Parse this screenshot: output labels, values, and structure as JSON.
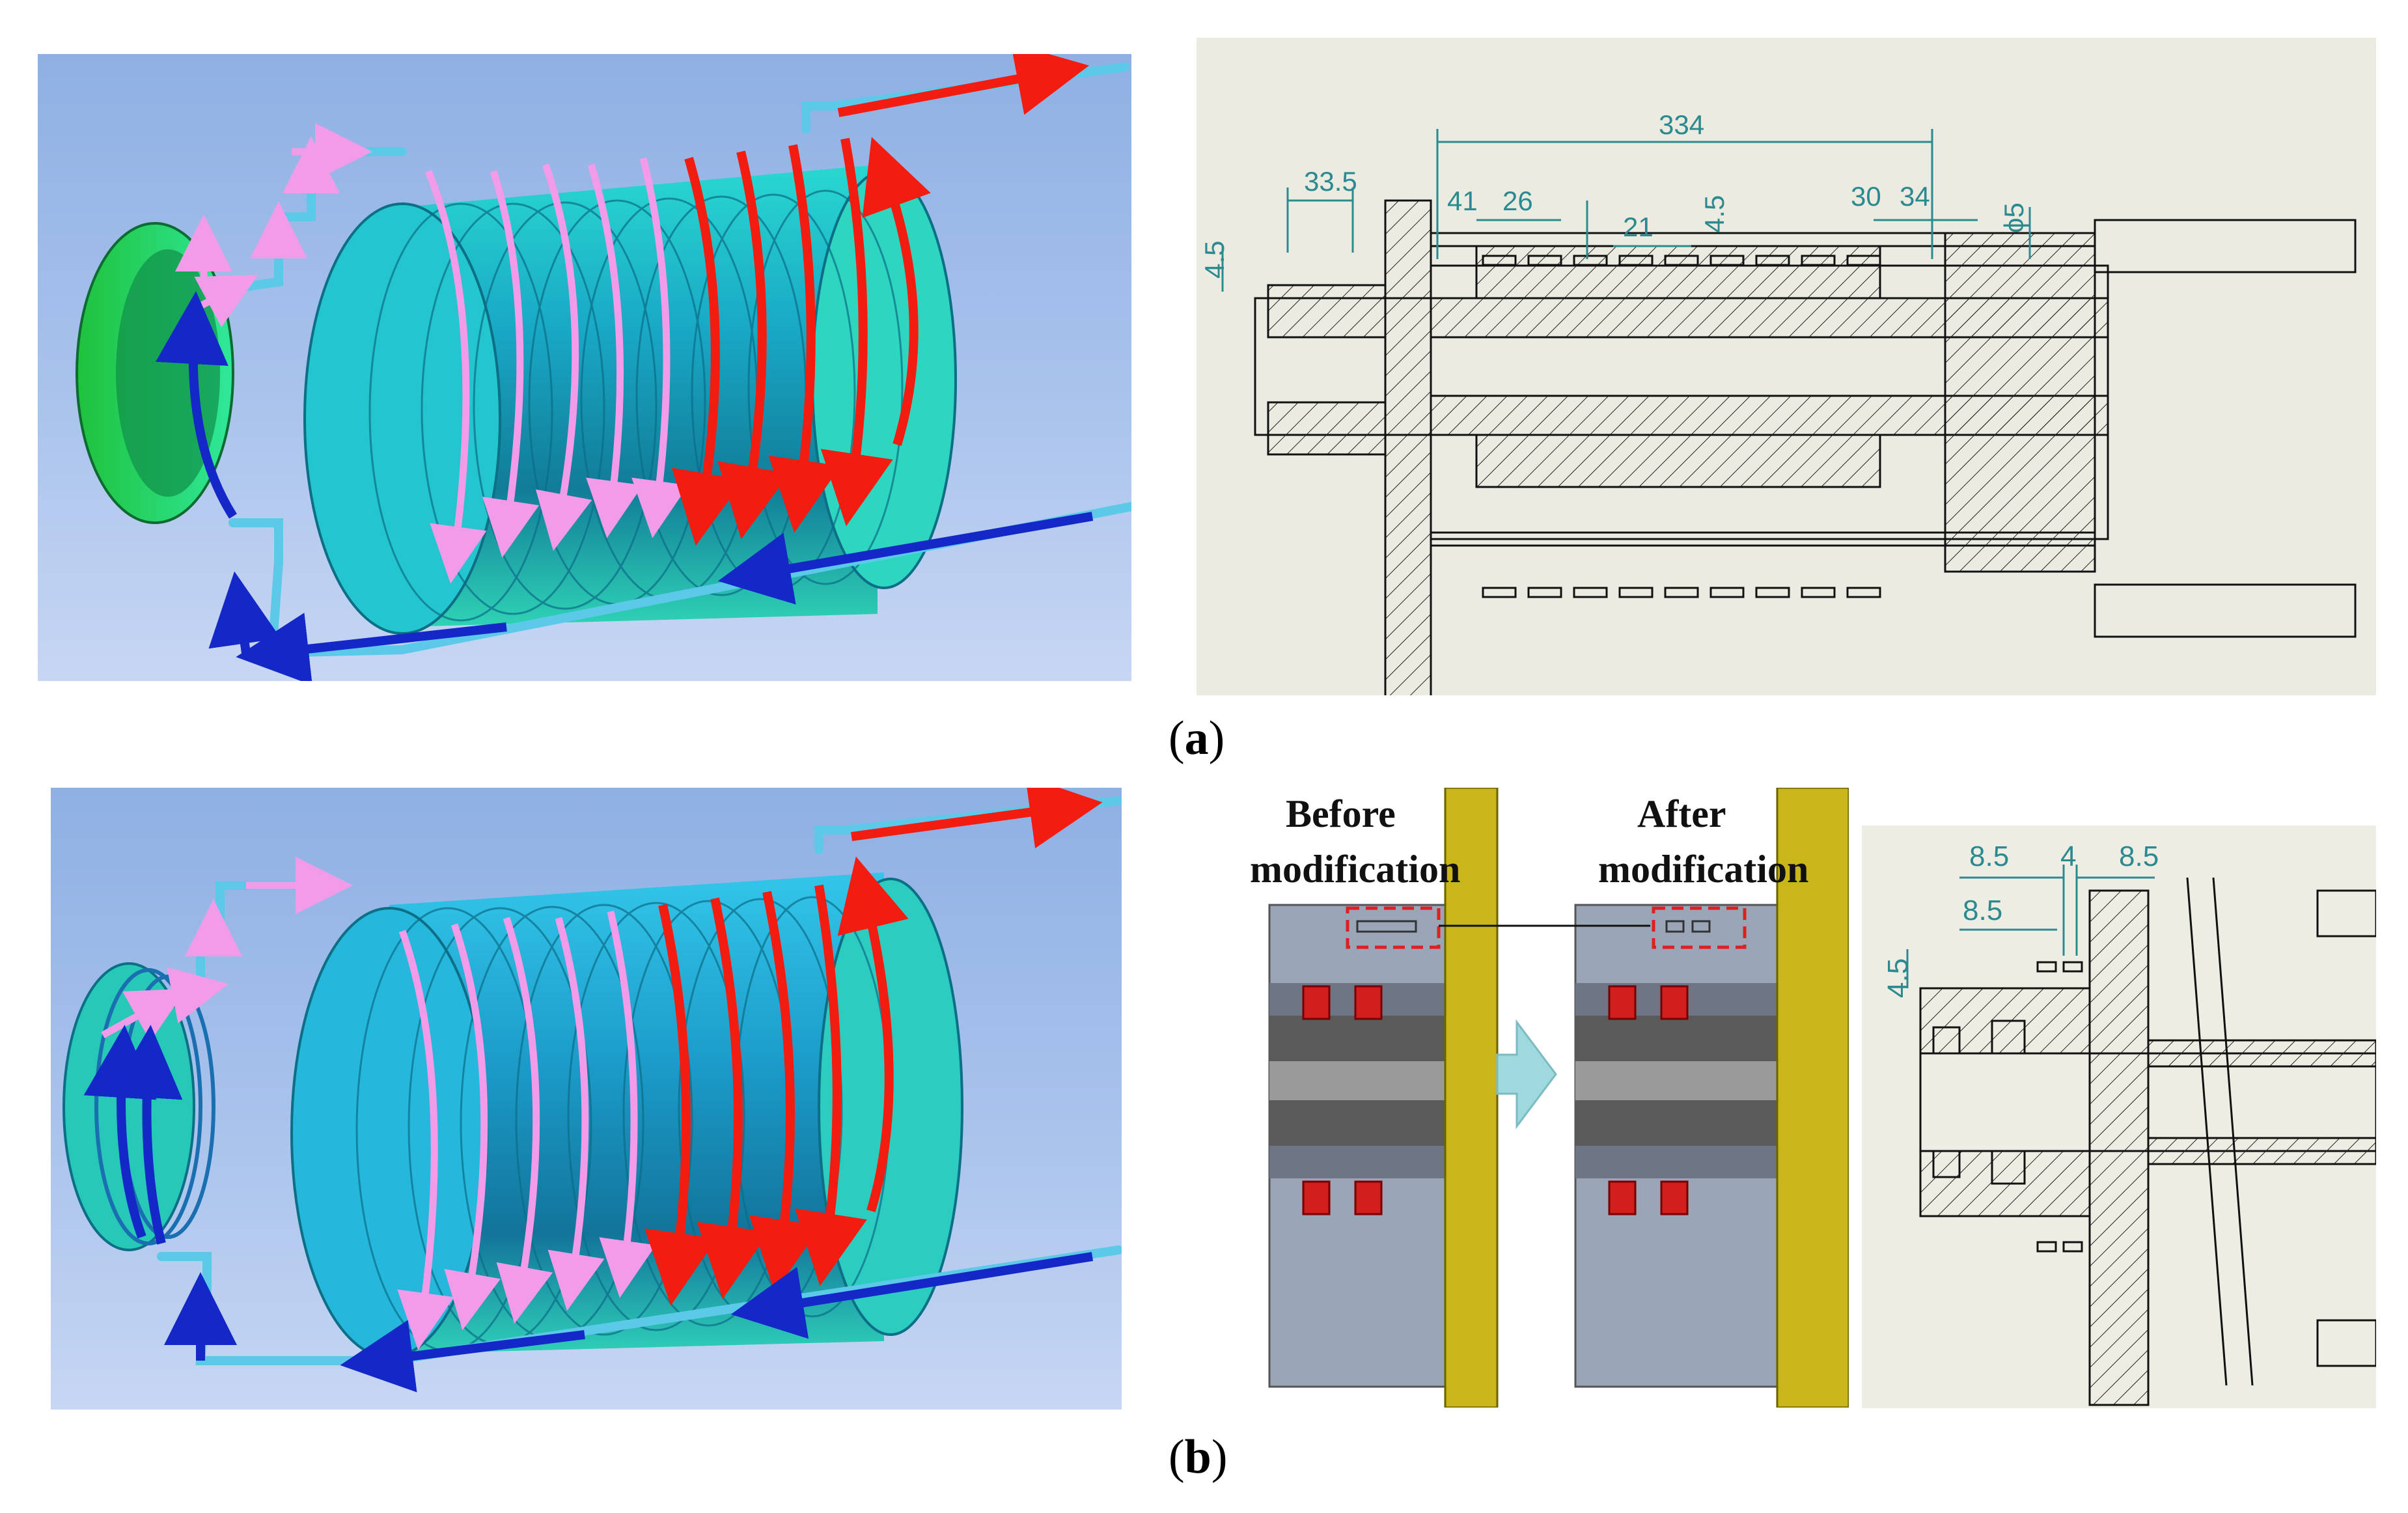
{
  "figure": {
    "captions": {
      "a_letter": "a",
      "b_letter": "b"
    },
    "drawing_a": {
      "dimensions": {
        "d334": "334",
        "d33_5": "33.5",
        "d41": "41",
        "d26": "26",
        "d21": "21",
        "d4_5_mid": "4.5",
        "d30": "30",
        "d34": "34",
        "phi5": "ϕ5",
        "d4_5_left": "4.5"
      }
    },
    "modification": {
      "before_line1": "Before",
      "before_line2": "modification",
      "after_line1": "After",
      "after_line2": "modification"
    },
    "drawing_b": {
      "dimensions": {
        "d8_5_a": "8.5",
        "d4": "4",
        "d8_5_b": "8.5",
        "d8_5_c": "8.5",
        "d4_5": "4.5"
      }
    }
  },
  "colors": {
    "inlet_pink": "#f29be8",
    "coolant_red": "#f21c10",
    "return_blue": "#1428c8",
    "outlet_orange": "#ff4020",
    "dimension_teal": "#2b8a8f",
    "seal_red": "#d31e1e",
    "flange_olive": "#c8b61a"
  }
}
